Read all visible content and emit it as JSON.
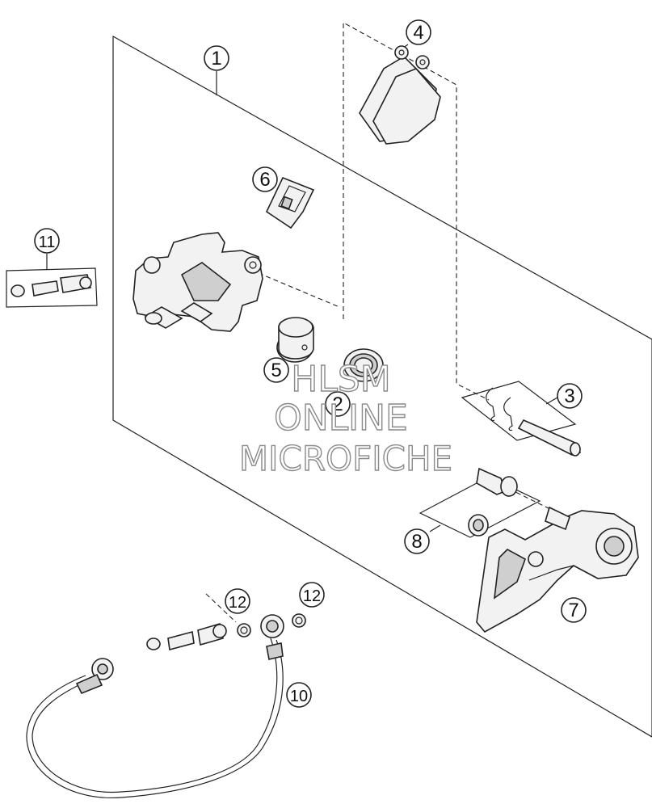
{
  "callouts": [
    {
      "id": "c1",
      "label": "1"
    },
    {
      "id": "c2",
      "label": "2"
    },
    {
      "id": "c3",
      "label": "3"
    },
    {
      "id": "c4",
      "label": "4"
    },
    {
      "id": "c5",
      "label": "5"
    },
    {
      "id": "c6",
      "label": "6"
    },
    {
      "id": "c7",
      "label": "7"
    },
    {
      "id": "c8",
      "label": "8"
    },
    {
      "id": "c10",
      "label": "10"
    },
    {
      "id": "c11",
      "label": "11"
    },
    {
      "id": "c12a",
      "label": "12"
    },
    {
      "id": "c12b",
      "label": "12"
    }
  ],
  "watermark": {
    "line1": "HLSM",
    "line2": "ONLINE",
    "line3": "MICROFICHE"
  }
}
